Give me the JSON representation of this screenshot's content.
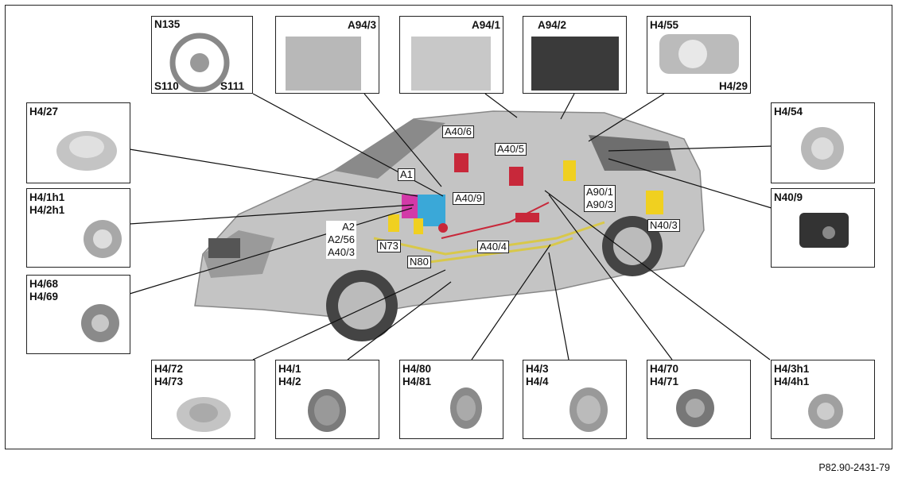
{
  "footer_code": "P82.90-2431-79",
  "boxes": {
    "n135": {
      "l1": "N135",
      "l2": "S110",
      "l3": "S111"
    },
    "a94_3": {
      "l1": "A94/3"
    },
    "a94_1": {
      "l1": "A94/1"
    },
    "a94_2": {
      "l1": "A94/2"
    },
    "h4_55": {
      "l1": "H4/55",
      "l2": "H4/29"
    },
    "h4_27": {
      "l1": "H4/27"
    },
    "h4_54": {
      "l1": "H4/54"
    },
    "h4_1h1": {
      "l1": "H4/1h1",
      "l2": "H4/2h1"
    },
    "n40_9": {
      "l1": "N40/9"
    },
    "h4_68": {
      "l1": "H4/68",
      "l2": "H4/69"
    },
    "h4_72": {
      "l1": "H4/72",
      "l2": "H4/73"
    },
    "h4_1": {
      "l1": "H4/1",
      "l2": "H4/2"
    },
    "h4_80": {
      "l1": "H4/80",
      "l2": "H4/81"
    },
    "h4_3": {
      "l1": "H4/3",
      "l2": "H4/4"
    },
    "h4_70": {
      "l1": "H4/70",
      "l2": "H4/71"
    },
    "h4_3h1": {
      "l1": "H4/3h1",
      "l2": "H4/4h1"
    }
  },
  "car_labels": {
    "a40_6": "A40/6",
    "a40_5": "A40/5",
    "a1": "A1",
    "a40_9": "A40/9",
    "a90": "A90/1\nA90/3",
    "a2": "A2\nA2/56\nA40/3",
    "n73": "N73",
    "n80": "N80",
    "a40_4": "A40/4",
    "n40_3": "N40/3"
  },
  "colors": {
    "magenta": "#d23aa8",
    "cyan": "#3aa8d8",
    "red": "#c8283a",
    "yellow": "#f0d020",
    "body": "#c4c4c4"
  }
}
